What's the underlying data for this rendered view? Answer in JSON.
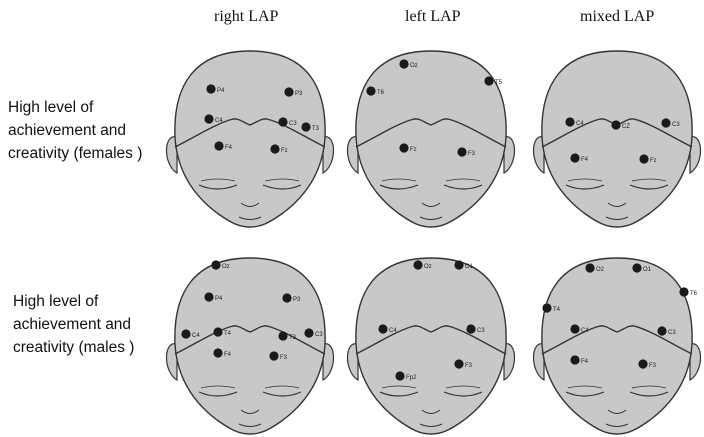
{
  "columns": [
    "right LAP",
    "left LAP",
    "mixed LAP"
  ],
  "rows": [
    {
      "label": [
        "High level of",
        "achievement and",
        "creativity (females )"
      ],
      "heads": [
        {
          "electrodes": [
            "P4",
            "P3",
            "C4",
            "C3",
            "T3",
            "F4",
            "Fz"
          ]
        },
        {
          "electrodes": [
            "Oz",
            "T6",
            "T5",
            "Fz",
            "F3"
          ]
        },
        {
          "electrodes": [
            "C4",
            "CZ",
            "C3",
            "F4",
            "Fz"
          ]
        }
      ]
    },
    {
      "label": [
        "High level of",
        "achievement and",
        "creativity (males )"
      ],
      "heads": [
        {
          "electrodes": [
            "Oz",
            "P4",
            "P3",
            "C4",
            "T4",
            "C3",
            "T3",
            "F4",
            "F3"
          ]
        },
        {
          "electrodes": [
            "Oz",
            "O1",
            "C4",
            "C3",
            "Fp2",
            "F3"
          ]
        },
        {
          "electrodes": [
            "O2",
            "O1",
            "T6",
            "T4",
            "C4",
            "C3",
            "F4",
            "F3"
          ]
        }
      ]
    }
  ],
  "colors": {
    "head_fill": "#c8c8c8",
    "outline": "#333333",
    "electrode": "#1a1a1a"
  }
}
